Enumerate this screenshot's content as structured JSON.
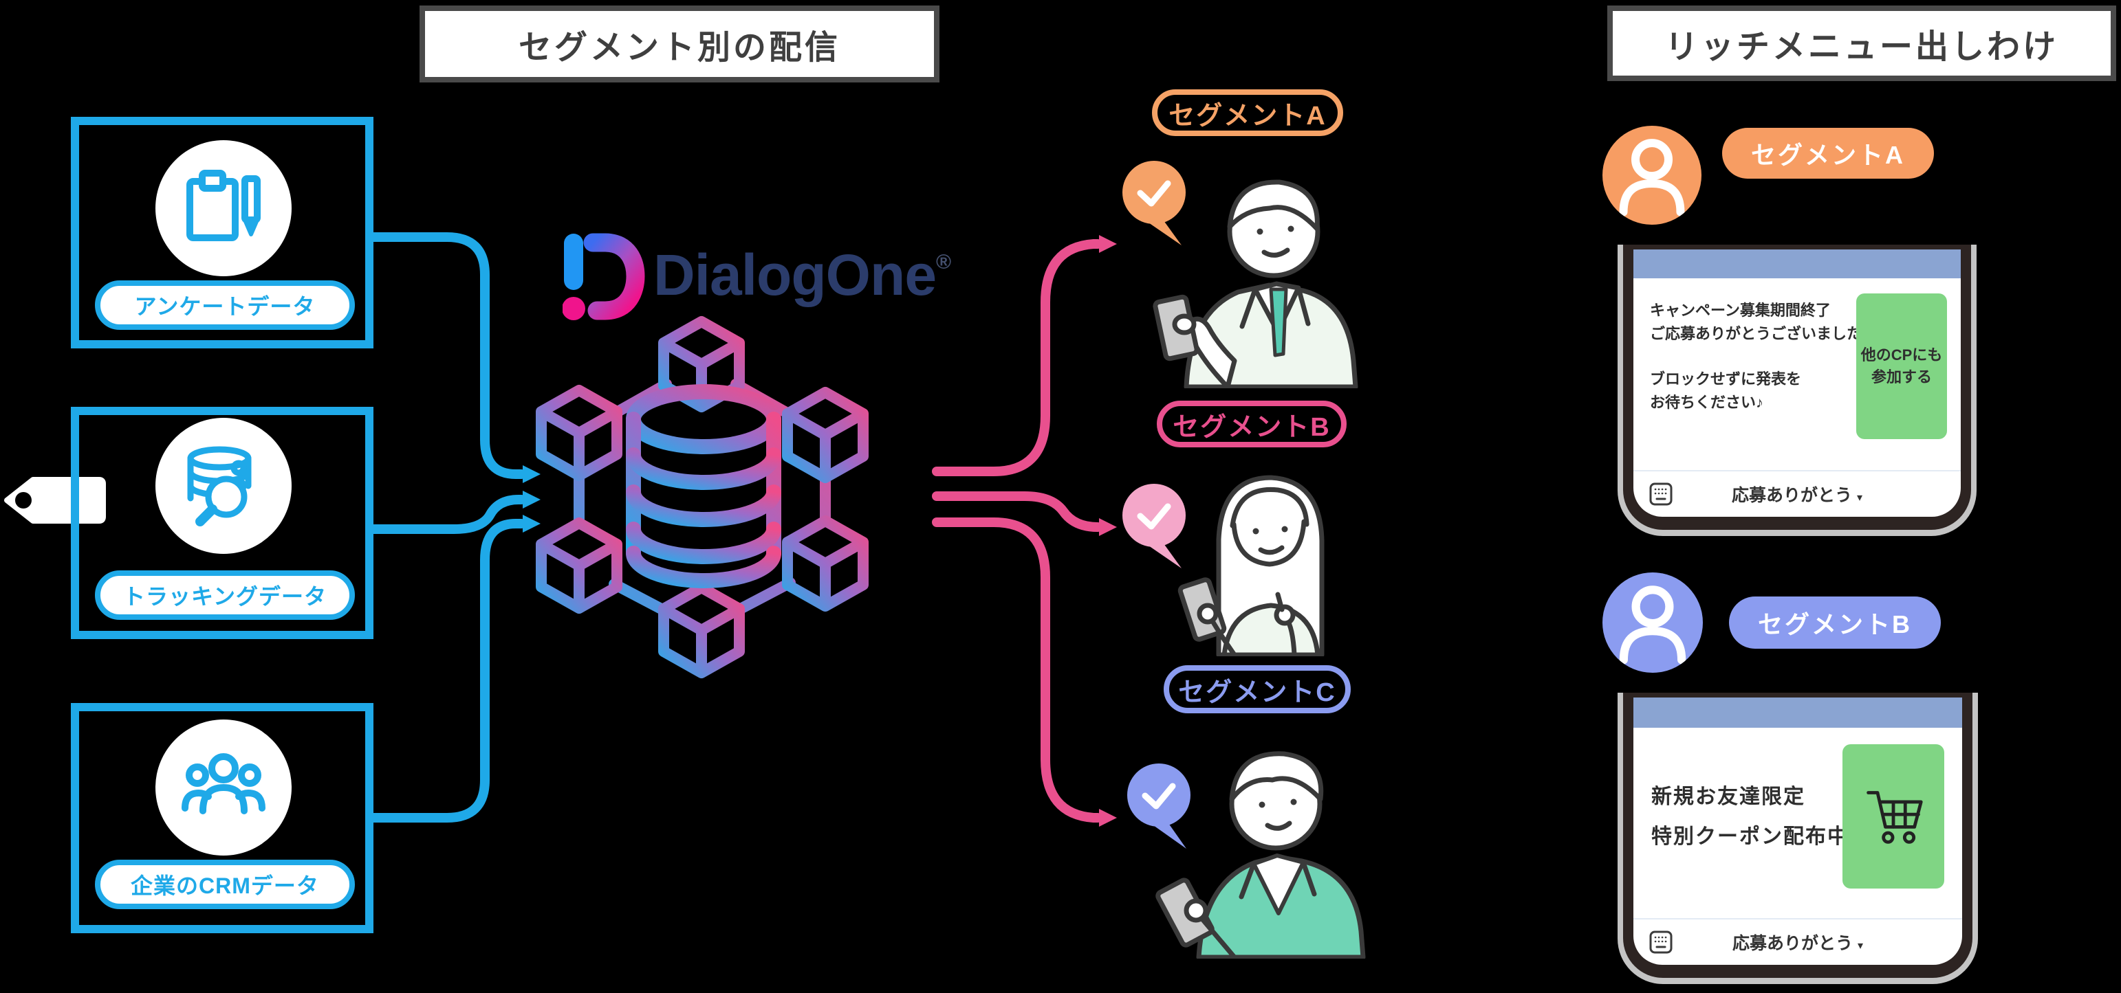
{
  "titles": {
    "left": "セグメント別の配信",
    "right": "リッチメニュー出しわけ"
  },
  "brand": {
    "name": "DialogOne",
    "registered_mark": "®"
  },
  "sources": [
    {
      "label": "アンケートデータ"
    },
    {
      "label": "トラッキングデータ"
    },
    {
      "label": "企業のCRMデータ"
    }
  ],
  "segment_tags": [
    {
      "label": "セグメントA"
    },
    {
      "label": "セグメントB"
    },
    {
      "label": "セグメントC"
    }
  ],
  "rich_menus": [
    {
      "segment_label": "セグメントA",
      "message_line1": "キャンペーン募集期間終了",
      "message_line2": "ご応募ありがとうございました！",
      "message_line3": "ブロックせずに発表を",
      "message_line4": "お待ちください♪",
      "button_line1": "他のCPにも",
      "button_line2": "参加する",
      "bottom_label": "応募ありがとう",
      "bottom_caret": "▾"
    },
    {
      "segment_label": "セグメントB",
      "message_line1": "新規お友達限定",
      "message_line2": "特別クーポン配布中",
      "bottom_label": "応募ありがとう",
      "bottom_caret": "▾"
    }
  ],
  "icons": {
    "check": "✓",
    "caret_down": "▾"
  },
  "colors": {
    "source_blue": "#1FA9E8",
    "segment_a_orange": "#F59C63",
    "segment_b_pink": "#E9508E",
    "segment_c_periwinkle": "#8B9CF0",
    "green_button": "#80D584",
    "phone_header_blue": "#8AA4D2",
    "brand_navy": "#2B3C6B",
    "gradient_blue": "#2BAAE9",
    "gradient_pink": "#EE4D8B"
  }
}
